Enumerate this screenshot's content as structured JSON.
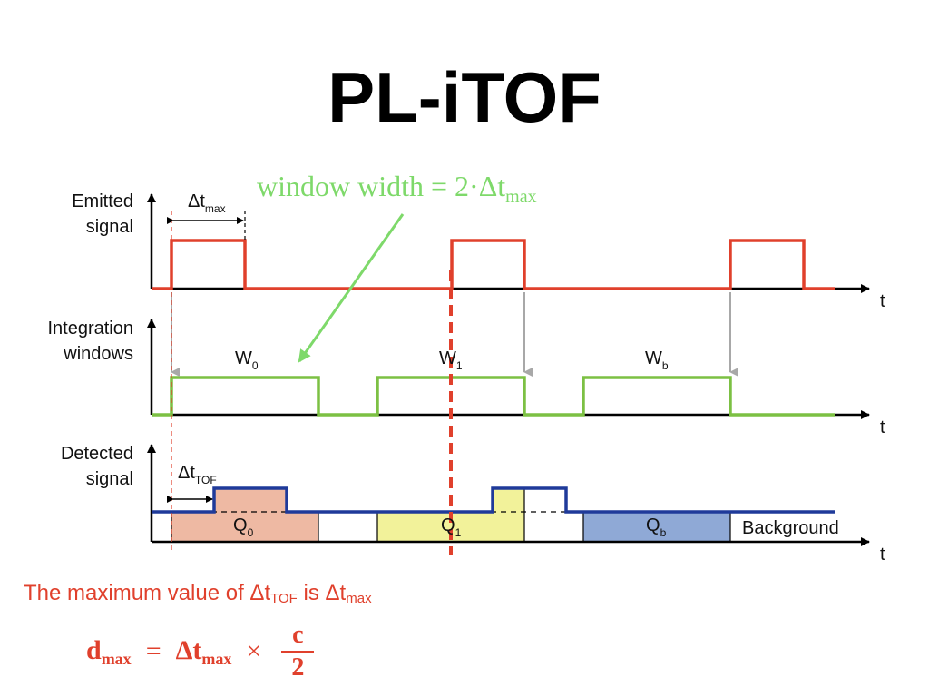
{
  "title": "PL-iTOF",
  "annotation": {
    "window_width_text": "window  width  =  2·Δt",
    "window_width_sub": "max"
  },
  "rows": {
    "emitted_line1": "Emitted",
    "emitted_line2": "signal",
    "integration_line1": "Integration",
    "integration_line2": "windows",
    "detected_line1": "Detected",
    "detected_line2": "signal"
  },
  "axis_label": "t",
  "labels": {
    "dt_max_main": "Δt",
    "dt_max_sub": "max",
    "dt_tof_main": "Δt",
    "dt_tof_sub": "TOF",
    "w0_main": "W",
    "w0_sub": "0",
    "w1_main": "W",
    "w1_sub": "1",
    "wb_main": "W",
    "wb_sub": "b",
    "q0_main": "Q",
    "q0_sub": "0",
    "q1_main": "Q",
    "q1_sub": "1",
    "qb_main": "Q",
    "qb_sub": "b",
    "background": "Background"
  },
  "note": {
    "prefix": "The maximum value of Δt",
    "sub1": "TOF",
    "middle": " is Δt",
    "sub2": "max"
  },
  "formula": {
    "lhs": "d",
    "lhs_sub": "max",
    "equals": "=",
    "term": "Δt",
    "term_sub": "max",
    "times": "×",
    "numerator": "c",
    "denominator": "2"
  },
  "colors": {
    "emitted": "#e0402c",
    "window": "#7cc043",
    "detected": "#1f3a9a",
    "q0_fill": "#eeb9a3",
    "q1_fill": "#f2f29a",
    "qb_fill": "#8fa9d6",
    "annotation": "#7ed96a",
    "note": "#e0402c",
    "grey_arrow": "#a8a8a8"
  }
}
